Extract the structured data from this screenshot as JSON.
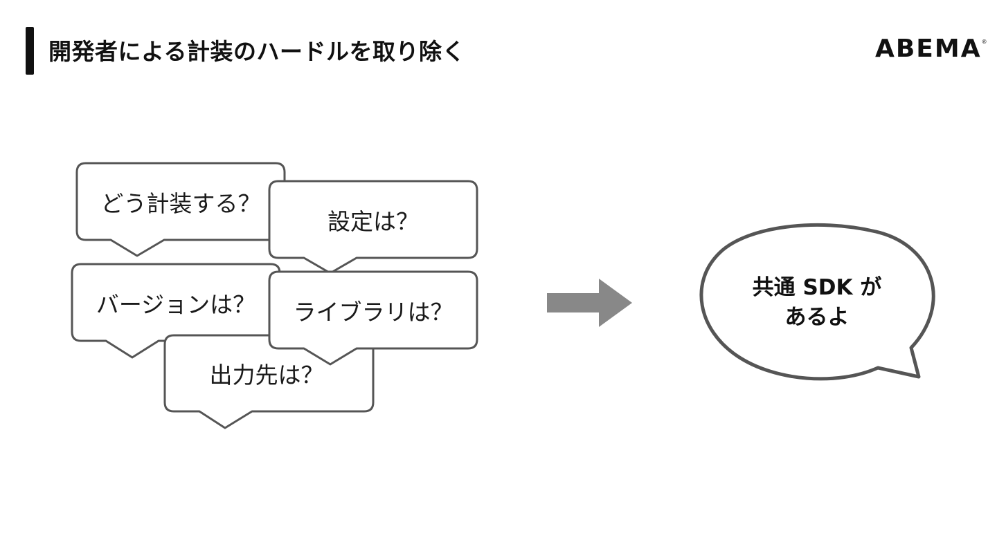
{
  "header": {
    "title": "開発者による計装のハードルを取り除く",
    "logo_text": "ABEMA",
    "logo_mark": "®"
  },
  "questions": [
    {
      "id": "how",
      "text": "どう計装する？"
    },
    {
      "id": "settings",
      "text": "設定は？"
    },
    {
      "id": "version",
      "text": "バージョンは？"
    },
    {
      "id": "library",
      "text": "ライブラリは？"
    },
    {
      "id": "output",
      "text": "出力先は？"
    }
  ],
  "answer": {
    "line1": "共通 SDK が",
    "line2": "あるよ"
  },
  "colors": {
    "bubble_stroke": "#555555",
    "arrow": "#888888",
    "text": "#111111"
  }
}
